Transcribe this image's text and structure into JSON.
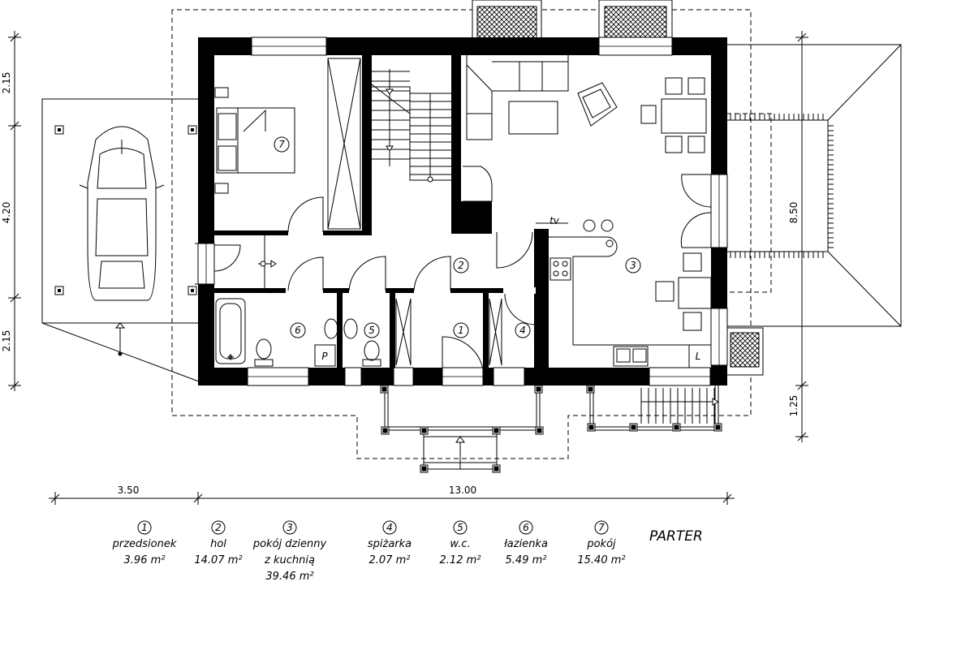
{
  "plan_title": "PARTER",
  "dimensions": {
    "left": [
      "2.15",
      "4.20",
      "2.15"
    ],
    "right_top": "8.50",
    "right_bottom": "1.25",
    "bottom_left": "3.50",
    "bottom_main": "13.00"
  },
  "room_markers": [
    "1",
    "2",
    "3",
    "4",
    "5",
    "6",
    "7"
  ],
  "fixtures": {
    "pantry_box": "P",
    "kitchen_box": "L",
    "tv": "tv"
  },
  "legend": [
    {
      "num": "1",
      "name": "przedsionek",
      "area": "3.96 m²"
    },
    {
      "num": "2",
      "name": "hol",
      "area": "14.07 m²"
    },
    {
      "num": "3",
      "name": "pokój dzienny",
      "name2": "z kuchnią",
      "area": "39.46 m²"
    },
    {
      "num": "4",
      "name": "spiżarka",
      "area": "2.07 m²"
    },
    {
      "num": "5",
      "name": "w.c.",
      "area": "2.12 m²"
    },
    {
      "num": "6",
      "name": "łazienka",
      "area": "5.49 m²"
    },
    {
      "num": "7",
      "name": "pokój",
      "area": "15.40 m²"
    }
  ],
  "colors": {
    "ink": "#000000",
    "paper": "#ffffff",
    "hatch": "#555555"
  }
}
